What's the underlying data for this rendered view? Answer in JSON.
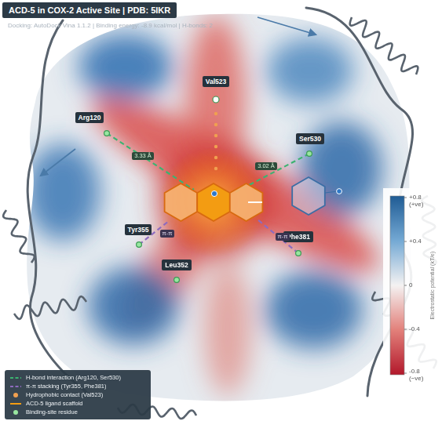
{
  "diagram": {
    "title": "ACD-5 in COX-2 Active Site | PDB: 5IKR",
    "nodes": [
      {
        "text": [
          "ACD-5 in COX-2 Active Site | PDB: 5IKR"
        ]
      },
      {
        "text": [
          "Val523"
        ]
      },
      {
        "text": [
          "Arg120"
        ]
      },
      {
        "text": [
          "Ser530"
        ]
      },
      {
        "text": [
          "Tyr355"
        ]
      },
      {
        "text": [
          "Phe381"
        ]
      },
      {
        "text": [
          "Leu352"
        ]
      }
    ],
    "labels": [
      "Docking: AutoDock Vina 1.1.2 | Binding energy: -8.9 kcal/mol | H-bonds: 2",
      "3.33 Å",
      "3.02 Å",
      "π-π",
      "π-π",
      "+0.8 (+ve)",
      "+0.4",
      "0",
      "-0.4",
      "-0.8 (−ve)",
      "Electrostatic potential (kT/e)"
    ],
    "legend": [
      {
        "text": "H-bond interaction (Arg120, Ser530)"
      },
      {
        "text": "π-π stacking (Tyr355, Phe381)"
      },
      {
        "text": "Hydrophobic contact (Val523)"
      },
      {
        "text": "ACD-5 ligand scaffold"
      },
      {
        "text": "Binding-site residue"
      }
    ]
  }
}
